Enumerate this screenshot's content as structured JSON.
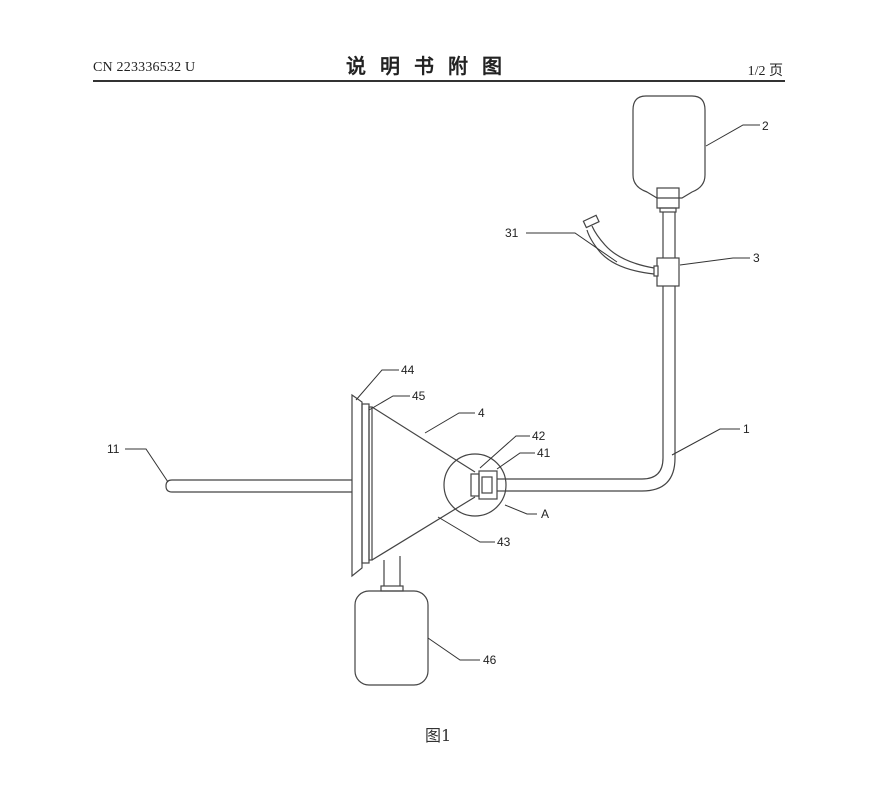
{
  "header": {
    "publication_number": "CN 223336532 U",
    "title": "说明书附图",
    "page": "1/2 页"
  },
  "figure": {
    "caption": "图1",
    "reference_labels": {
      "r1": "1",
      "r2": "2",
      "r3": "3",
      "r4": "4",
      "r11": "11",
      "r31": "31",
      "r41": "41",
      "r42": "42",
      "r43": "43",
      "r44": "44",
      "r45": "45",
      "r46": "46",
      "rA": "A"
    }
  }
}
